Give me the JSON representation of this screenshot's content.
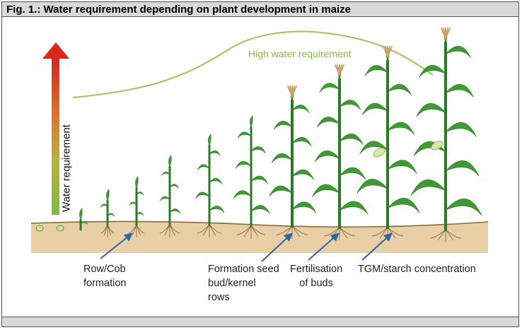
{
  "figure": {
    "title": "Fig. 1.: Water requirement depending on plant development in maize",
    "axis_label": "Water requirement",
    "curve_label": "High water requirement"
  },
  "stage_labels": [
    {
      "line1": "Row/Cob",
      "line2": "formation",
      "line3": ""
    },
    {
      "line1": "Formation seed",
      "line2": "bud/kernel",
      "line3": "rows"
    },
    {
      "line1": "Fertilisation",
      "line2": "of buds",
      "line3": ""
    },
    {
      "line1": "TGM/starch concentration",
      "line2": "",
      "line3": ""
    }
  ],
  "colors": {
    "soil": "#e8cfa5",
    "leaf": "#3f9a35",
    "leaf_dark": "#2b7a26",
    "curve": "#9cc45a",
    "arrow_top": "#d7271b",
    "arrow_bottom": "#7fbd3a",
    "pointer": "#2f64a9",
    "tassel": "#c8a36a"
  },
  "growth_stages_shown": 12
}
